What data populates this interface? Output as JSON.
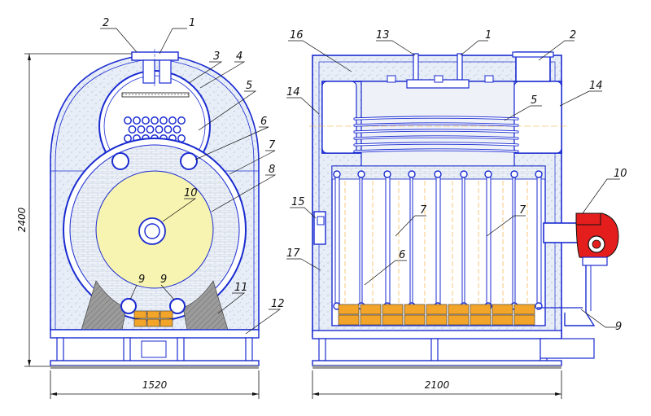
{
  "dimensions": {
    "height": "2400",
    "front_width": "1520",
    "side_length": "2100"
  },
  "front_labels": [
    "2",
    "1",
    "3",
    "4",
    "5",
    "6",
    "7",
    "8",
    "10",
    "9",
    "9",
    "11",
    "12"
  ],
  "side_labels": [
    "16",
    "13",
    "1",
    "2",
    "14",
    "14",
    "5",
    "15",
    "7",
    "7",
    "10",
    "17",
    "6",
    "9"
  ],
  "colors": {
    "outline": "#1a2bd1",
    "insulation": "#e6ecf6",
    "flame": "#f7f3b0",
    "firebrick": "#f3a52a",
    "support": "#8f8f8f",
    "burner_red": "#e41d1d"
  }
}
